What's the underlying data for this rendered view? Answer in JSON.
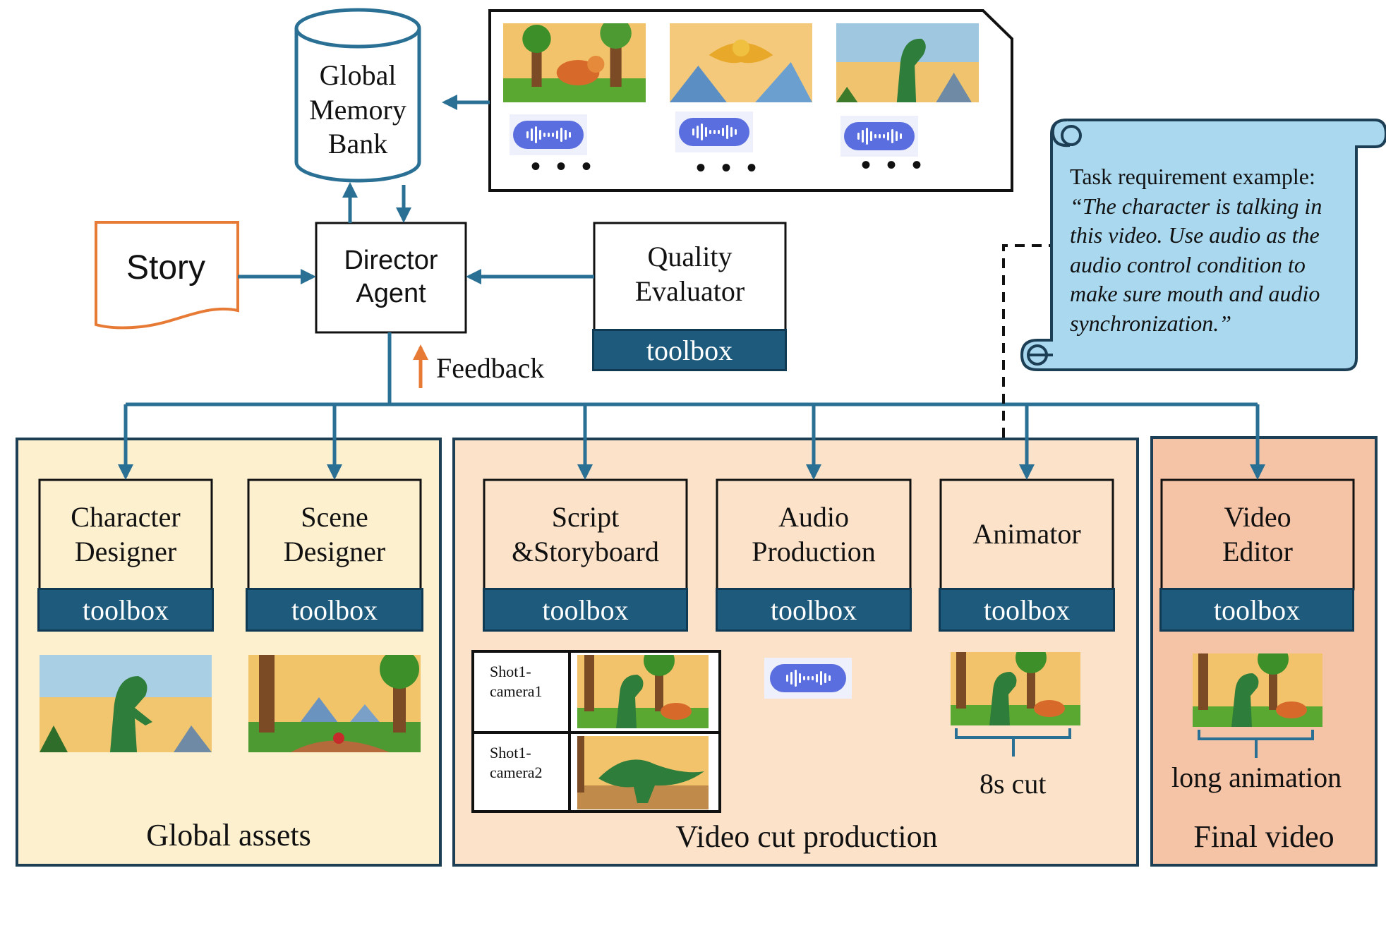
{
  "memory_bank": {
    "lines": [
      "Global",
      "Memory",
      "Bank"
    ]
  },
  "story": {
    "label": "Story"
  },
  "director": {
    "lines": [
      "Director",
      "Agent"
    ]
  },
  "quality": {
    "lines": [
      "Quality",
      "Evaluator"
    ],
    "toolbox": "toolbox"
  },
  "feedback": {
    "label": "Feedback"
  },
  "memory_strip": {
    "dots": [
      "• • •",
      "• • •",
      "• • •"
    ]
  },
  "task": {
    "heading": "Task requirement example:",
    "quote": "“The character is talking in this video. Use audio as the audio control condition to make sure mouth and audio synchronization.”"
  },
  "agents": {
    "character": {
      "lines": [
        "Character",
        "Designer"
      ],
      "toolbox": "toolbox"
    },
    "scene": {
      "lines": [
        "Scene",
        "Designer"
      ],
      "toolbox": "toolbox"
    },
    "script": {
      "lines": [
        "Script",
        "&Storyboard"
      ],
      "toolbox": "toolbox"
    },
    "audio": {
      "lines": [
        "Audio",
        "Production"
      ],
      "toolbox": "toolbox"
    },
    "animator": {
      "lines": [
        "Animator"
      ],
      "toolbox": "toolbox"
    },
    "editor": {
      "lines": [
        "Video",
        "Editor"
      ],
      "toolbox": "toolbox"
    }
  },
  "shots": [
    {
      "label": "Shot1-\ncamera1"
    },
    {
      "label": "Shot1-\ncamera2"
    }
  ],
  "cut_label": "8s cut",
  "long_label": "long animation",
  "sections": {
    "global_assets": "Global assets",
    "video_cut": "Video cut production",
    "final_video": "Final video"
  },
  "colors": {
    "arrow": "#2a6f94",
    "toolbox": "#1e5a7c",
    "global_assets_bg": "#fdf0cf",
    "video_cut_bg": "#fce2c8",
    "final_video_bg": "#f5c3a5",
    "story_border": "#e77a35",
    "feedback_arrow": "#e77a35",
    "scroll_bg": "#a9d8ef"
  }
}
